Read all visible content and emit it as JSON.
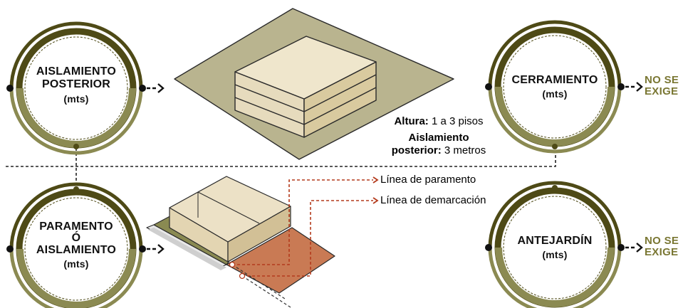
{
  "colors": {
    "olive_dark": "#4e4a16",
    "olive_light": "#8b8a52",
    "cream_building": "#e7dcc0",
    "tan_ground": "#b9b48f",
    "terracotta": "#c97a54",
    "red_dash": "#b43a1c",
    "nose_color": "#7a7733"
  },
  "badges": {
    "aislamiento_posterior": {
      "title_line1": "AISLAMIENTO",
      "title_line2": "POSTERIOR",
      "unit": "(mts)"
    },
    "cerramiento": {
      "title": "CERRAMIENTO",
      "unit": "(mts)",
      "value_line1": "NO SE",
      "value_line2": "EXIGE"
    },
    "paramento": {
      "title_line1": "PARAMENTO",
      "title_line2": "Ó",
      "title_line3": "AISLAMIENTO",
      "unit": "(mts)"
    },
    "antejardin": {
      "title": "ANTEJARDÍN",
      "unit": "(mts)",
      "value_line1": "NO SE",
      "value_line2": "EXIGE"
    }
  },
  "info": {
    "altura_label": "Altura:",
    "altura_value": " 1 a 3 pisos",
    "aisl_label_line1": "Aislamiento",
    "aisl_label_line2": "posterior:",
    "aisl_value": " 3 metros"
  },
  "legend": {
    "linea_paramento": "Línea de paramento",
    "linea_demarcacion": "Línea de demarcación"
  },
  "icons": [
    "arrow-right-icon",
    "building-3-floors-icon",
    "building-lot-icon"
  ]
}
